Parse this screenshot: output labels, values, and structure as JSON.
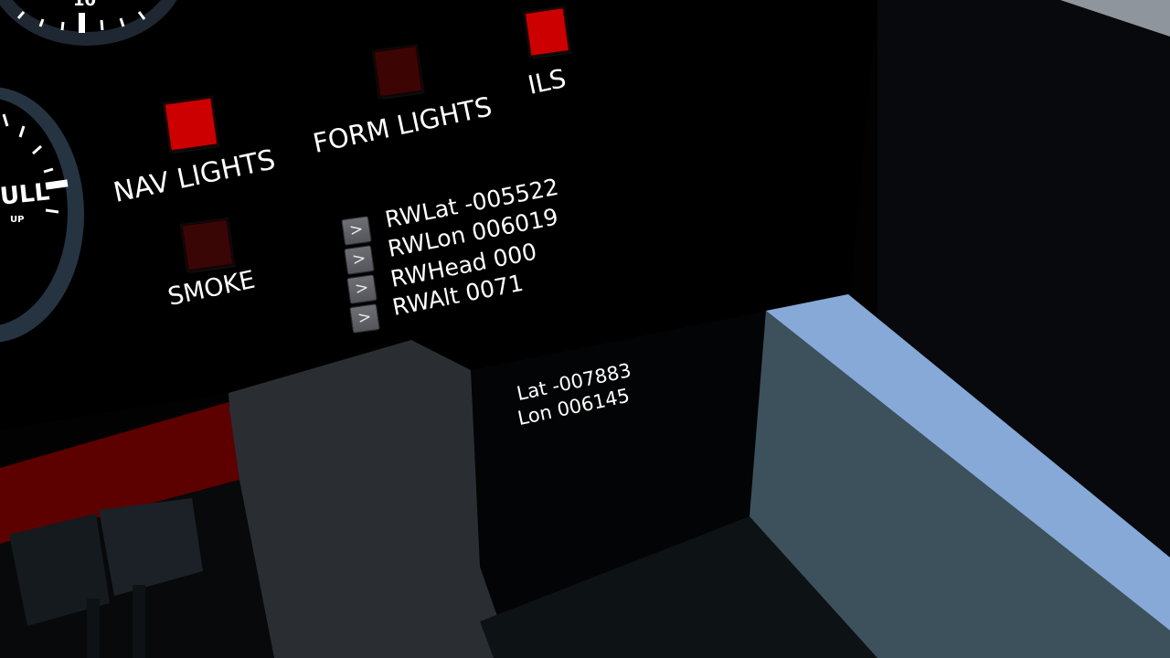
{
  "switches": {
    "nav_lights": {
      "label": "NAV LIGHTS",
      "color": "#cc0000"
    },
    "form_lights": {
      "label": "FORM LIGHTS",
      "color": "#3d0404"
    },
    "ils": {
      "label": "ILS",
      "color": "#cc0000"
    },
    "smoke": {
      "label": "SMOKE",
      "color": "#3a0505"
    }
  },
  "runway": {
    "lines": [
      {
        "text": "RWLat -005522",
        "button": ">"
      },
      {
        "text": "RWLon 006019",
        "button": ">"
      },
      {
        "text": "RWHead 000",
        "button": ">"
      },
      {
        "text": "RWAlt 0071",
        "button": ">"
      }
    ]
  },
  "position": {
    "lat": "Lat -007883",
    "lon": "Lon 006145"
  },
  "gauges": {
    "top_number": "10",
    "lower_main": "ULL",
    "lower_sub": "UP"
  },
  "colors": {
    "panel": "#020203",
    "side_block_top": "#86a9d8",
    "side_block_face": "#3d515c",
    "red_strip": "#5c0000",
    "gauge_rim": "#2a3440"
  }
}
